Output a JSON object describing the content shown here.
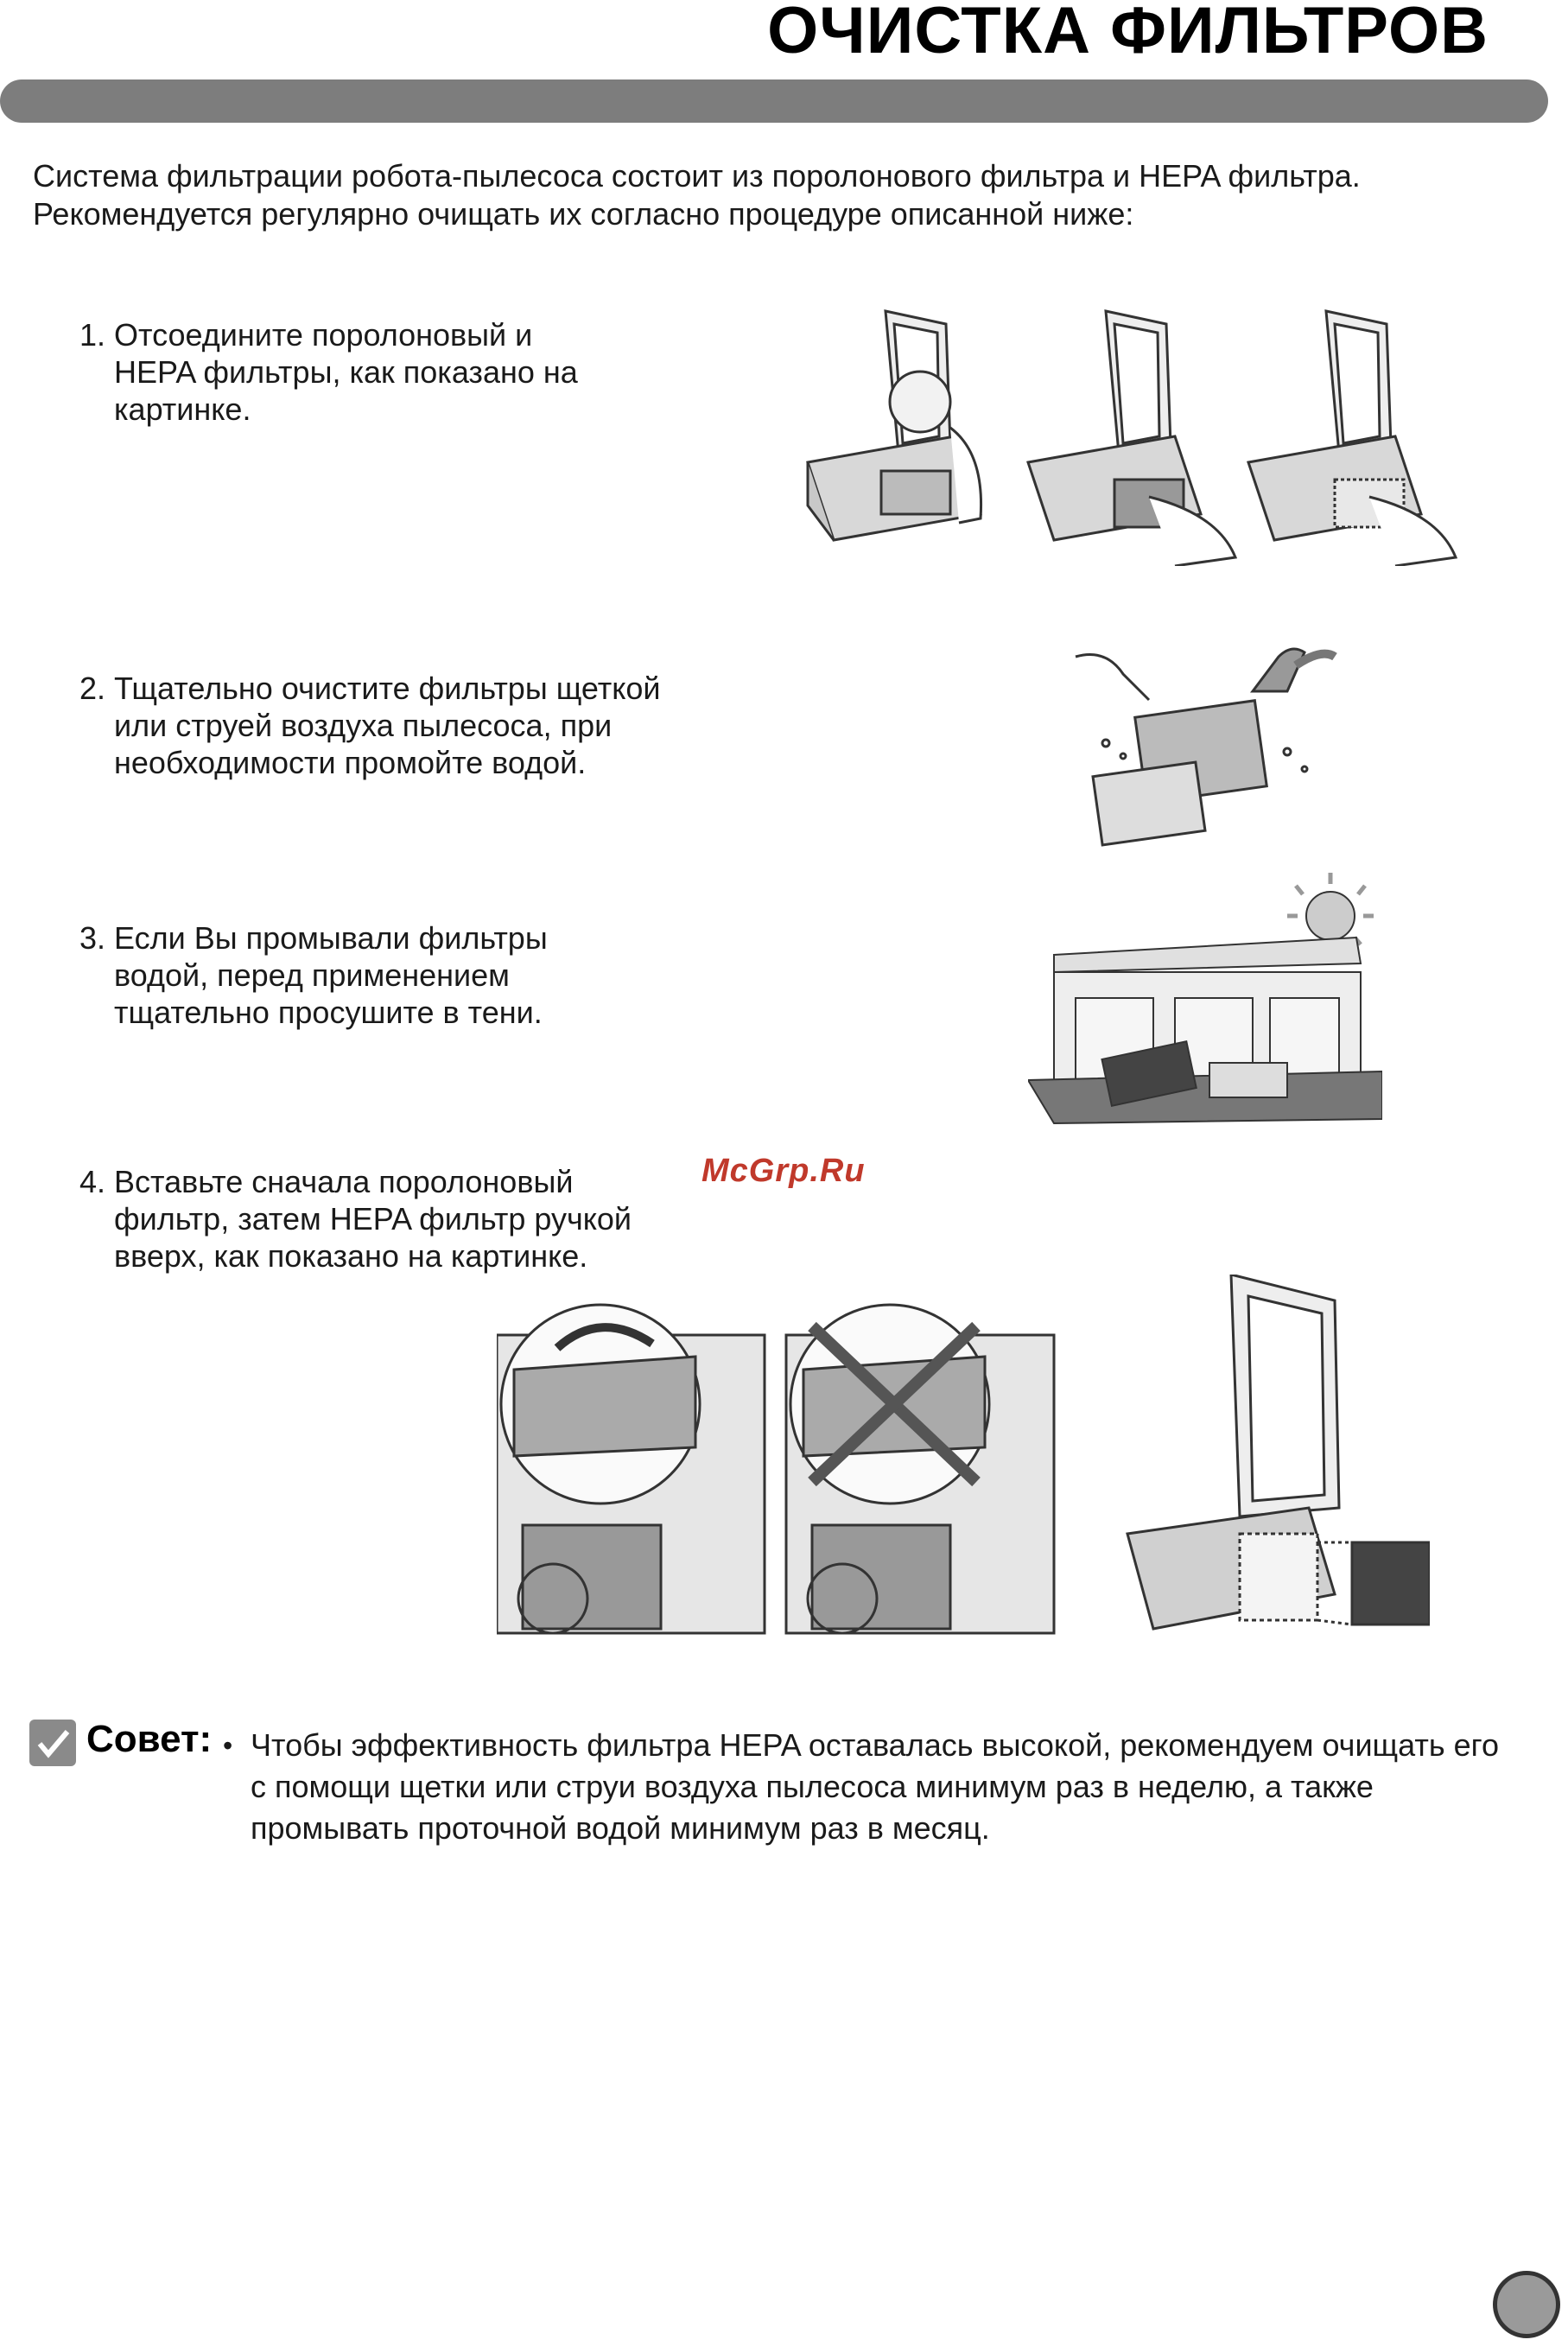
{
  "header": {
    "title": "ОЧИСТКА ФИЛЬТРОВ"
  },
  "intro": {
    "line1": "Система фильтрации робота-пылесоса состоит из поролонового фильтра и HEPA фильтра.",
    "line2": "Рекомендуется регулярно очищать их согласно процедуре описанной ниже:"
  },
  "steps": [
    {
      "num": "1.",
      "text": "Отсоедините  поролоновый и\nHEPA фильтры, как показано на\nкартинке."
    },
    {
      "num": "2.",
      "text": "Тщательно очистите фильтры щеткой\nили струей воздуха пылесоса, при\nнеобходимости промойте водой."
    },
    {
      "num": "3.",
      "text": "Если Вы промывали фильтры\nводой, перед применением\nтщательно просушите в тени."
    },
    {
      "num": "4.",
      "text": "Вставьте сначала поролоновый\nфильтр, затем HEPA фильтр ручкой\nвверх, как показано на картинке."
    }
  ],
  "watermark": "McGrp.Ru",
  "tip": {
    "label": "Совет:",
    "bullet": "•",
    "text": "Чтобы эффективность фильтра HEPA оставалась высокой, рекомендуем очищать его с помощи щетки или струи воздуха пылесоса минимум раз в неделю, а также промывать проточной водой минимум раз в месяц."
  },
  "colors": {
    "bar": "#7d7d7d",
    "watermark": "#c0392b",
    "illustration_stroke": "#333333"
  }
}
